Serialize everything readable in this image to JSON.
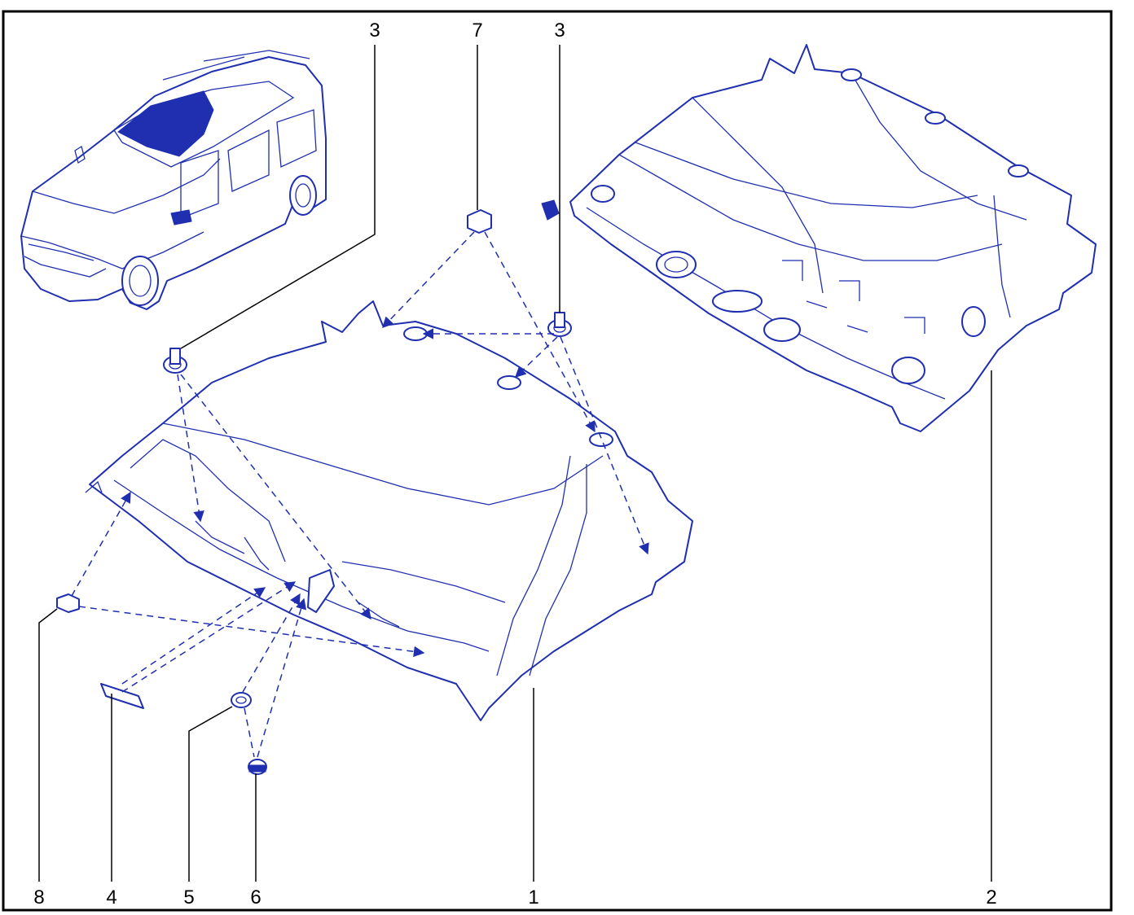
{
  "diagram": {
    "accent_color": "#1f2fb0",
    "line_color": "#000000",
    "callouts": [
      {
        "id": "top-left-3",
        "label": "3"
      },
      {
        "id": "top-7",
        "label": "7"
      },
      {
        "id": "top-right-3",
        "label": "3"
      },
      {
        "id": "bottom-8",
        "label": "8"
      },
      {
        "id": "bottom-4",
        "label": "4"
      },
      {
        "id": "bottom-5",
        "label": "5"
      },
      {
        "id": "bottom-6",
        "label": "6"
      },
      {
        "id": "bottom-1",
        "label": "1"
      },
      {
        "id": "bottom-2",
        "label": "2"
      }
    ]
  }
}
